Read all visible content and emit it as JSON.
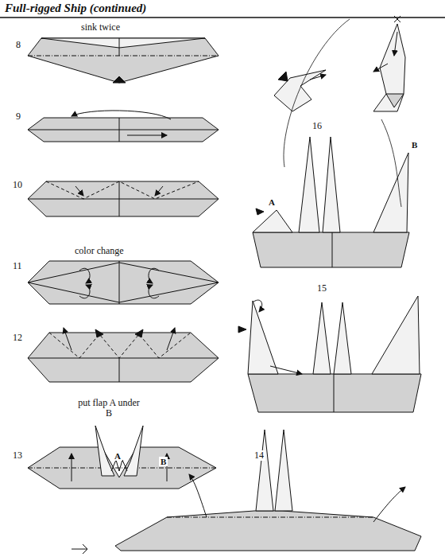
{
  "diagram": {
    "title": "Full-rigged Ship (continued)",
    "labels": [
      "sink twice",
      "8",
      "9",
      "10",
      "color change",
      "11",
      "12",
      "put flap A under B",
      "13",
      "A",
      "B",
      "14",
      "16",
      "A",
      "B",
      "15"
    ]
  }
}
